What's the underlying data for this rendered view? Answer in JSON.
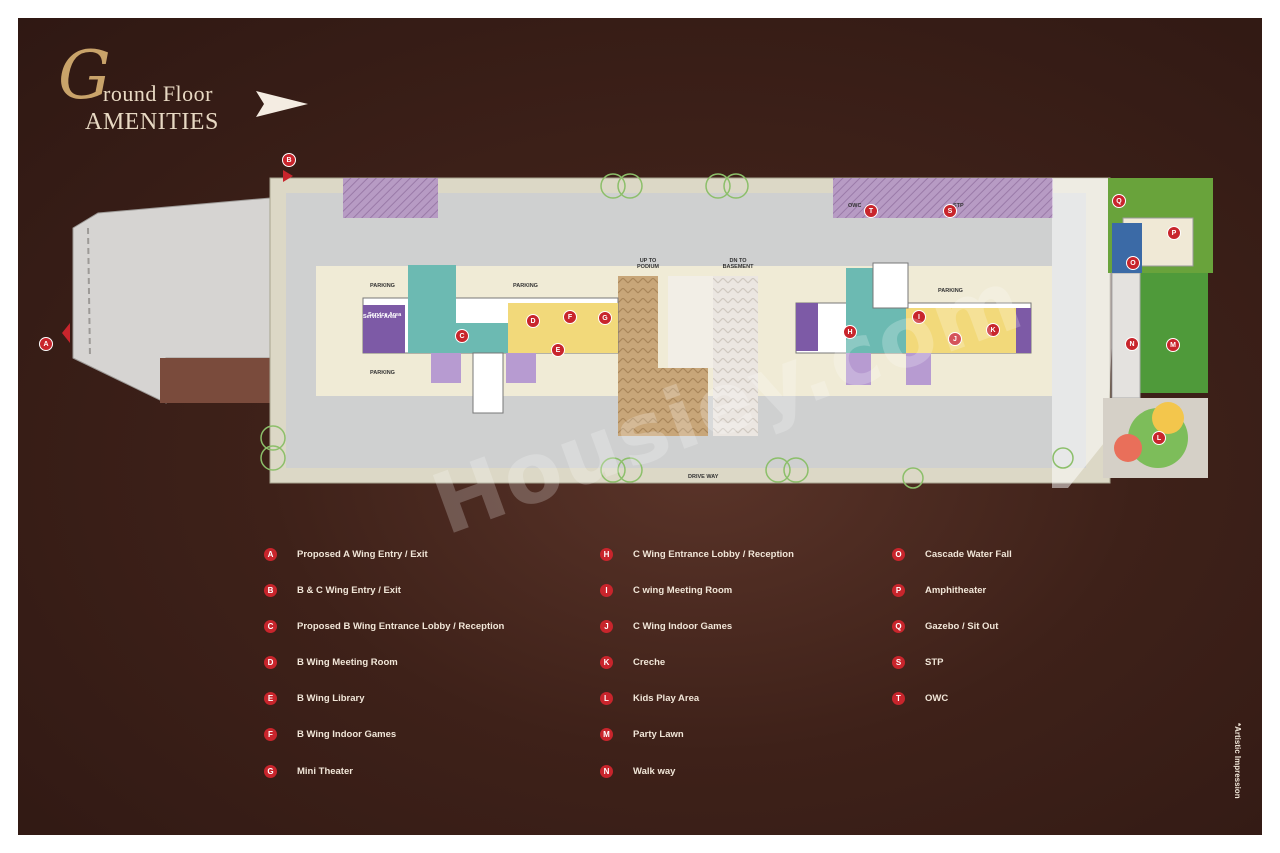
{
  "title": {
    "line1_initial": "G",
    "line1_rest": "round Floor",
    "line2": "AMENITIES"
  },
  "colors": {
    "background": "#3e2119",
    "badge": "#c8252c",
    "title_gold": "#c9a36a",
    "legend_text": "#f1e6d8"
  },
  "map_labels": {
    "service_area": "Service Area",
    "parking": "PARKING",
    "drive_way": "DRIVE WAY",
    "up_to_podium": "UP TO PODIUM",
    "dn_to_basement": "DN TO BASEMENT",
    "owc": "OWC",
    "stp": "STP"
  },
  "legend": {
    "column1": [
      {
        "key": "A",
        "label": "Proposed A Wing Entry / Exit"
      },
      {
        "key": "B",
        "label": "B & C Wing Entry / Exit"
      },
      {
        "key": "C",
        "label": "Proposed B Wing Entrance Lobby / Reception"
      },
      {
        "key": "D",
        "label": "B Wing Meeting Room"
      },
      {
        "key": "E",
        "label": "B Wing Library"
      },
      {
        "key": "F",
        "label": "B Wing Indoor Games"
      },
      {
        "key": "G",
        "label": "Mini Theater"
      }
    ],
    "column2": [
      {
        "key": "H",
        "label": "C Wing Entrance Lobby / Reception"
      },
      {
        "key": "I",
        "label": "C wing Meeting Room"
      },
      {
        "key": "J",
        "label": "C Wing Indoor Games"
      },
      {
        "key": "K",
        "label": "Creche"
      },
      {
        "key": "L",
        "label": "Kids Play Area"
      },
      {
        "key": "M",
        "label": "Party Lawn"
      },
      {
        "key": "N",
        "label": "Walk way"
      }
    ],
    "column3": [
      {
        "key": "O",
        "label": "Cascade Water Fall"
      },
      {
        "key": "P",
        "label": "Amphitheater"
      },
      {
        "key": "Q",
        "label": "Gazebo / Sit Out"
      },
      {
        "key": "S",
        "label": "STP"
      },
      {
        "key": "T",
        "label": "OWC"
      }
    ]
  },
  "note": "*Artistic Impression",
  "watermark": "Housiey.com"
}
